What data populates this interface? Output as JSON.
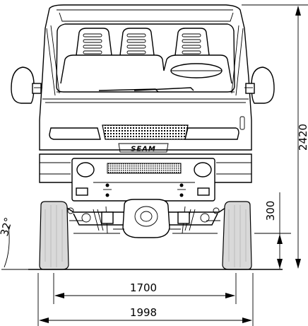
{
  "drawing": {
    "brand_badge": "SEAM",
    "dimensions": {
      "height_total": "2420",
      "ground_clearance": "300",
      "track_width": "1700",
      "overall_width": "1998",
      "approach_angle": "32°"
    }
  }
}
